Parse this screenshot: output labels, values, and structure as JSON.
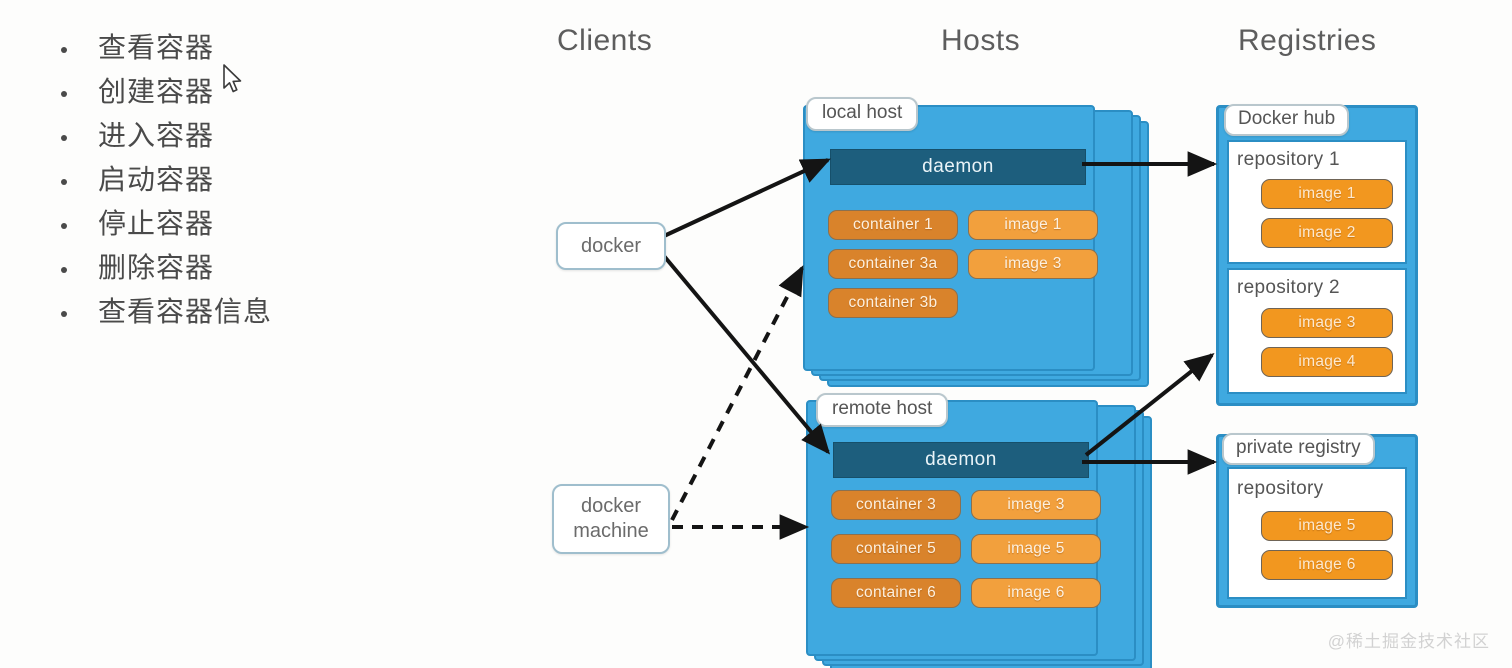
{
  "columns": {
    "clients": "Clients",
    "hosts": "Hosts",
    "registries": "Registries"
  },
  "bullets": [
    {
      "label": "查看容器"
    },
    {
      "label": "创建容器"
    },
    {
      "label": "进入容器"
    },
    {
      "label": "启动容器"
    },
    {
      "label": "停止容器"
    },
    {
      "label": "删除容器"
    },
    {
      "label": "查看容器信息"
    }
  ],
  "clients": [
    {
      "name": "docker",
      "line1": "docker",
      "line2": ""
    },
    {
      "name": "docker-machine",
      "line1": "docker",
      "line2": "machine"
    }
  ],
  "hosts": [
    {
      "label": "local host",
      "daemon": "daemon",
      "containers": [
        "container 1",
        "container 3a",
        "container 3b"
      ],
      "images": [
        "image 1",
        "image 3"
      ]
    },
    {
      "label": "remote host",
      "daemon": "daemon",
      "containers": [
        "container 3",
        "container 5",
        "container 6"
      ],
      "images": [
        "image 3",
        "image 5",
        "image 6"
      ]
    }
  ],
  "registries": [
    {
      "label": "Docker hub",
      "repositories": [
        {
          "title": "repository 1",
          "images": [
            "image 1",
            "image 2"
          ]
        },
        {
          "title": "repository 2",
          "images": [
            "image 3",
            "image 4"
          ]
        }
      ]
    },
    {
      "label": "private registry",
      "repositories": [
        {
          "title": "repository",
          "images": [
            "image 5",
            "image 6"
          ]
        }
      ]
    }
  ],
  "watermark": "@稀土掘金技术社区",
  "colors": {
    "host_blue": "#3fa9e0",
    "host_border": "#2b8ec4",
    "daemon_teal": "#1d5e7d",
    "container_orange": "#d9832b",
    "image_orange": "#f2a03d",
    "registry_image_orange": "#f2971f",
    "text_gray": "#555555",
    "background": "#fdfdfc"
  },
  "icons": {
    "cursor": "mouse-pointer-icon"
  }
}
